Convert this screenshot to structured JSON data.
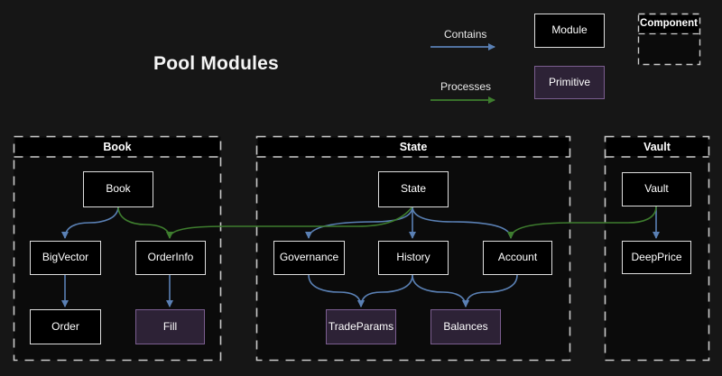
{
  "title": "Pool Modules",
  "legend": {
    "contains": "Contains",
    "processes": "Processes",
    "module": "Module",
    "primitive": "Primitive",
    "component": "Component"
  },
  "groups": [
    {
      "label": "Book"
    },
    {
      "label": "State"
    },
    {
      "label": "Vault"
    }
  ],
  "nodes": {
    "book": {
      "label": "Book",
      "type": "module",
      "group": "Book"
    },
    "bigvector": {
      "label": "BigVector",
      "type": "module",
      "group": "Book"
    },
    "orderinfo": {
      "label": "OrderInfo",
      "type": "module",
      "group": "Book"
    },
    "order": {
      "label": "Order",
      "type": "module",
      "group": "Book"
    },
    "fill": {
      "label": "Fill",
      "type": "primitive",
      "group": "Book"
    },
    "state": {
      "label": "State",
      "type": "module",
      "group": "State"
    },
    "governance": {
      "label": "Governance",
      "type": "module",
      "group": "State"
    },
    "history": {
      "label": "History",
      "type": "module",
      "group": "State"
    },
    "account": {
      "label": "Account",
      "type": "module",
      "group": "State"
    },
    "tradeparams": {
      "label": "TradeParams",
      "type": "primitive",
      "group": "State"
    },
    "balances": {
      "label": "Balances",
      "type": "primitive",
      "group": "State"
    },
    "vault": {
      "label": "Vault",
      "type": "module",
      "group": "Vault"
    },
    "deepprice": {
      "label": "DeepPrice",
      "type": "module",
      "group": "Vault"
    }
  },
  "edges": [
    {
      "from": "Book",
      "to": "BigVector",
      "kind": "contains"
    },
    {
      "from": "BigVector",
      "to": "Order",
      "kind": "contains"
    },
    {
      "from": "OrderInfo",
      "to": "Fill",
      "kind": "contains"
    },
    {
      "from": "State",
      "to": "Governance",
      "kind": "contains"
    },
    {
      "from": "State",
      "to": "History",
      "kind": "contains"
    },
    {
      "from": "State",
      "to": "Account",
      "kind": "contains"
    },
    {
      "from": "Governance",
      "to": "TradeParams",
      "kind": "contains"
    },
    {
      "from": "History",
      "to": "TradeParams",
      "kind": "contains"
    },
    {
      "from": "History",
      "to": "Balances",
      "kind": "contains"
    },
    {
      "from": "Account",
      "to": "Balances",
      "kind": "contains"
    },
    {
      "from": "Vault",
      "to": "DeepPrice",
      "kind": "contains"
    },
    {
      "from": "Book",
      "to": "OrderInfo",
      "kind": "processes"
    },
    {
      "from": "State",
      "to": "OrderInfo",
      "kind": "processes"
    },
    {
      "from": "Vault",
      "to": "Account",
      "kind": "processes"
    }
  ],
  "colors": {
    "background": "#161616",
    "group_fill": "#0b0b0b",
    "module_fill": "#000000",
    "module_border": "#dedede",
    "primitive_fill": "#2d2236",
    "primitive_border": "#7b5e90",
    "contains_arrow": "#5a80b4",
    "processes_arrow": "#3e7d2e",
    "dashed_border": "#c9c9c9",
    "text": "#ffffff"
  }
}
